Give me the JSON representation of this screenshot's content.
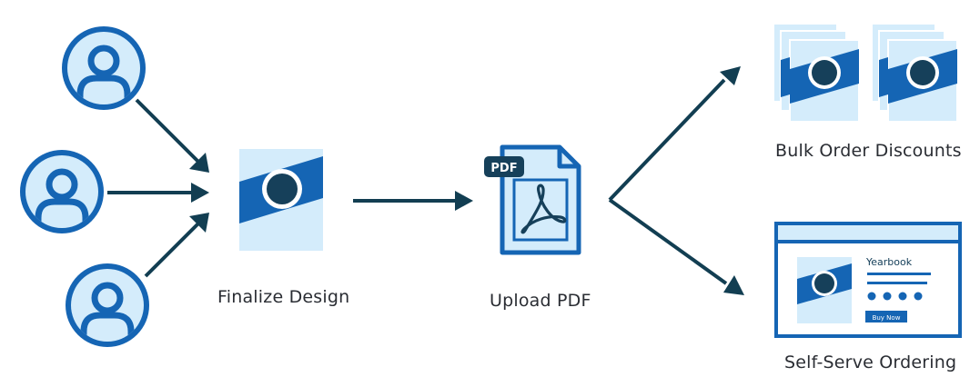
{
  "steps": {
    "finalize": "Finalize Design",
    "upload": "Upload PDF",
    "bulk": "Bulk Order Discounts",
    "self_serve": "Self-Serve Ordering"
  },
  "pdf_badge": "PDF",
  "store_page": {
    "title": "Yearbook",
    "buy_button": "Buy Now"
  },
  "colors": {
    "primary_blue": "#1565b4",
    "light_blue": "#d4ecfb",
    "dark_navy": "#16405a",
    "arrow": "#123e52"
  },
  "icons": [
    "user-icon",
    "yearbook-cover-icon",
    "pdf-file-icon",
    "yearbook-stack-icon",
    "web-store-icon"
  ]
}
